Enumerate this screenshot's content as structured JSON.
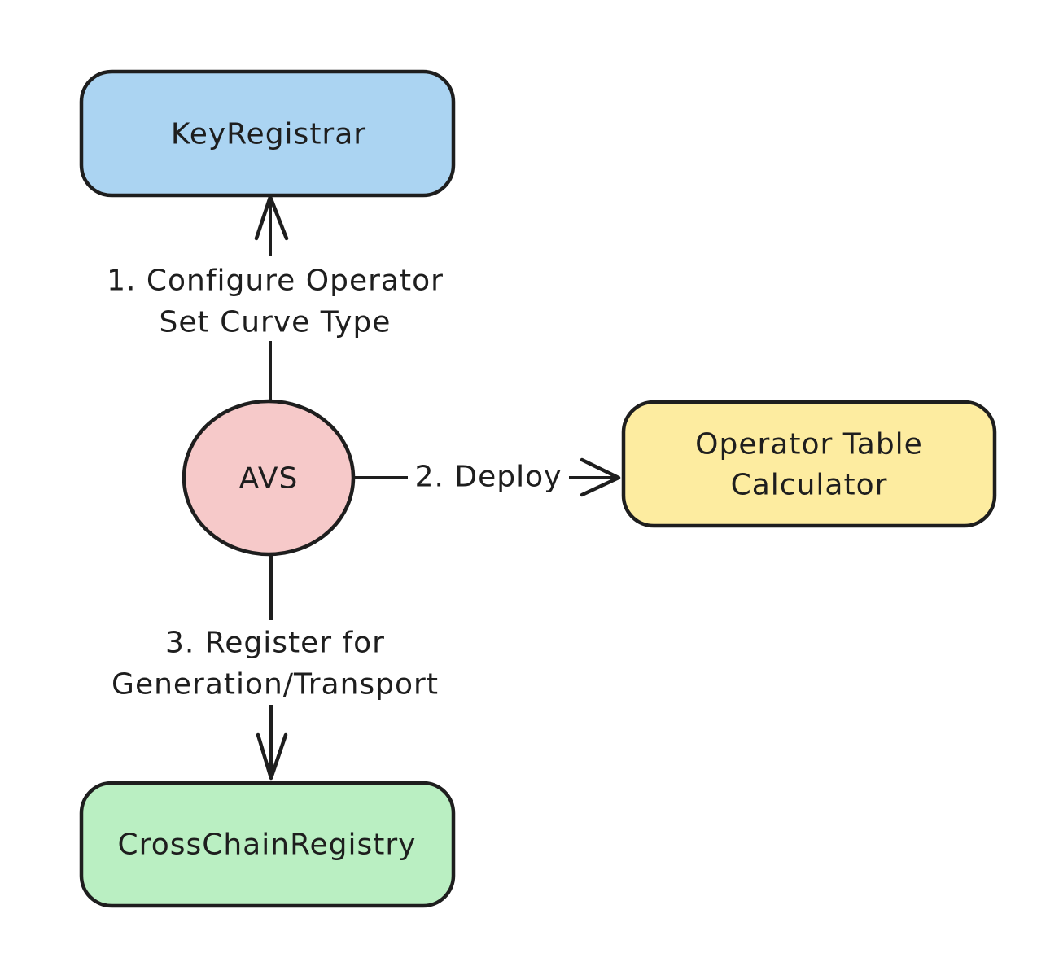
{
  "canvas": {
    "background": "#ffffff",
    "stroke_color": "#1e1e1e",
    "text_color": "#1e1e1e"
  },
  "nodes": {
    "key_registrar": {
      "label": "KeyRegistrar",
      "shape": "rounded-rectangle",
      "fill": "#abd4f2"
    },
    "avs": {
      "label": "AVS",
      "shape": "ellipse",
      "fill": "#f6c9c9"
    },
    "operator_table_calculator": {
      "label_line1": "Operator Table",
      "label_line2": "Calculator",
      "shape": "rounded-rectangle",
      "fill": "#fdeca0"
    },
    "cross_chain_registry": {
      "label": "CrossChainRegistry",
      "shape": "rounded-rectangle",
      "fill": "#baefc2"
    }
  },
  "edges": {
    "step1": {
      "from": "avs",
      "to": "key_registrar",
      "direction": "up",
      "label_line1": "1. Configure Operator",
      "label_line2": "Set Curve Type"
    },
    "step2": {
      "from": "avs",
      "to": "operator_table_calculator",
      "direction": "right",
      "label": "2. Deploy"
    },
    "step3": {
      "from": "avs",
      "to": "cross_chain_registry",
      "direction": "down",
      "label_line1": "3. Register for",
      "label_line2": "Generation/Transport"
    }
  }
}
